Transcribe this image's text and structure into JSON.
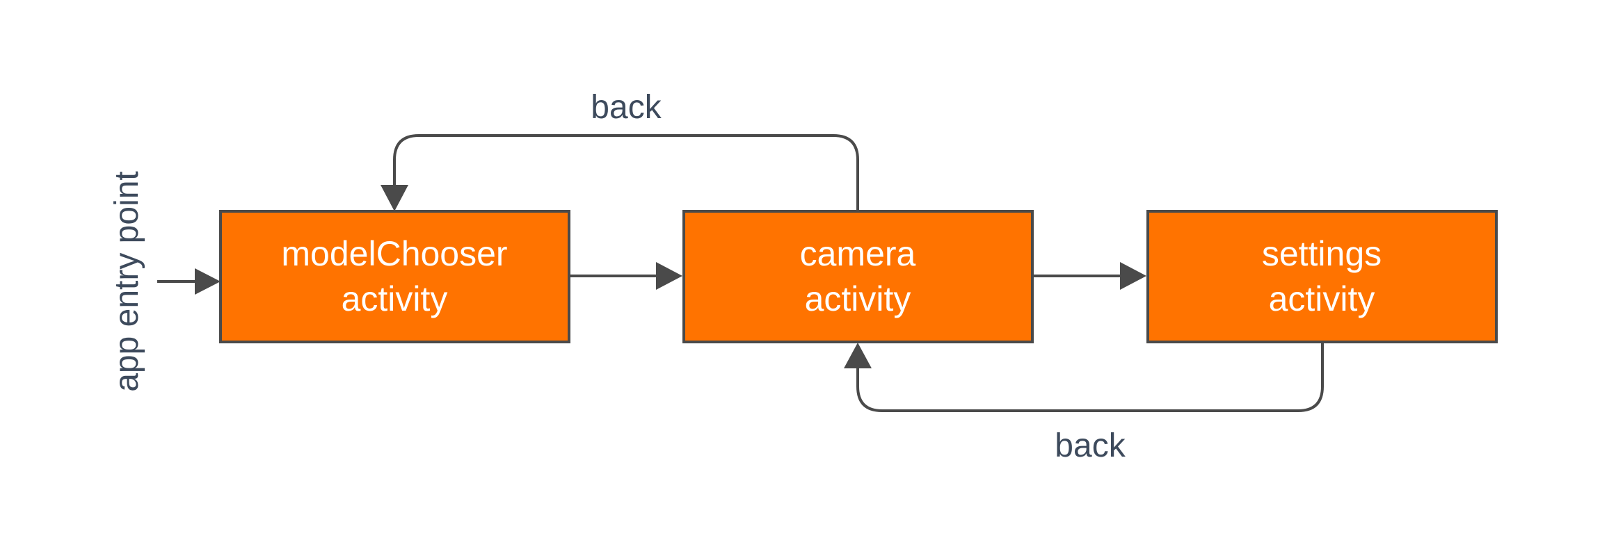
{
  "diagram": {
    "entry_label": "app entry point",
    "nodes": {
      "model_chooser": {
        "line1": "modelChooser",
        "line2": "activity"
      },
      "camera": {
        "line1": "camera",
        "line2": "activity"
      },
      "settings": {
        "line1": "settings",
        "line2": "activity"
      }
    },
    "edges": {
      "camera_to_model_chooser": "back",
      "settings_to_camera": "back"
    }
  },
  "colors": {
    "node_fill": "#ff7300",
    "node_stroke": "#4a4a4a",
    "node_text": "#ffffff",
    "edge": "#4a4a4a",
    "label_text": "#3d4a5c"
  }
}
